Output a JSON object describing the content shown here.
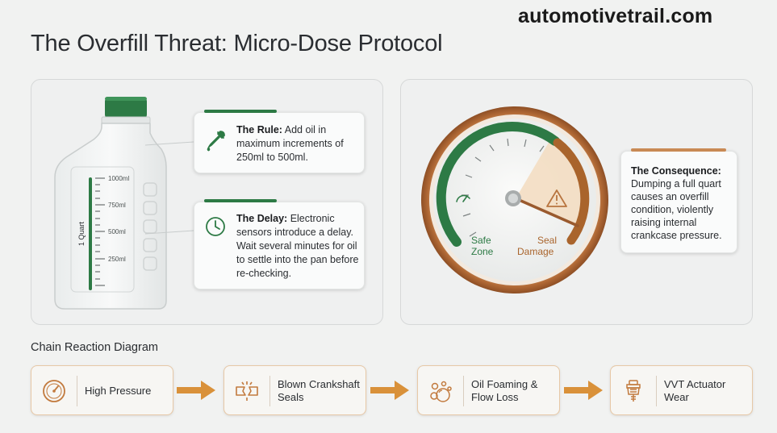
{
  "site": "automotivetrail.com",
  "title": "The Overfill Threat: Micro-Dose Protocol",
  "bottle": {
    "side_label": "1 Quart",
    "marks": [
      "1000ml",
      "750ml",
      "500ml",
      "250ml"
    ]
  },
  "rule": {
    "heading": "The Rule:",
    "text": " Add oil in maximum increments of 250ml to 500ml."
  },
  "delay": {
    "heading": "The Delay:",
    "text": " Electronic sensors introduce a delay. Wait several minutes for oil to settle into the pan before re-checking."
  },
  "gauge": {
    "safe_label_1": "Safe",
    "safe_label_2": "Zone",
    "danger_label_1": "Seal",
    "danger_label_2": "Damage"
  },
  "consequence": {
    "heading": "The Consequence:",
    "text": "Dumping a full quart causes an overfill condition, violently raising internal crankcase pressure."
  },
  "chain": {
    "label": "Chain Reaction Diagram",
    "steps": [
      {
        "line1": "High Pressure",
        "line2": "",
        "icon": "pressure-gauge-icon"
      },
      {
        "line1": "Blown Crankshaft",
        "line2": "Seals",
        "icon": "broken-seal-icon"
      },
      {
        "line1": "Oil Foaming &",
        "line2": "Flow Loss",
        "icon": "bubbles-icon"
      },
      {
        "line1": "VVT Actuator",
        "line2": "Wear",
        "icon": "actuator-icon"
      }
    ]
  },
  "colors": {
    "green": "#2d7a45",
    "copper": "#b8743f",
    "orange": "#d9913a"
  }
}
